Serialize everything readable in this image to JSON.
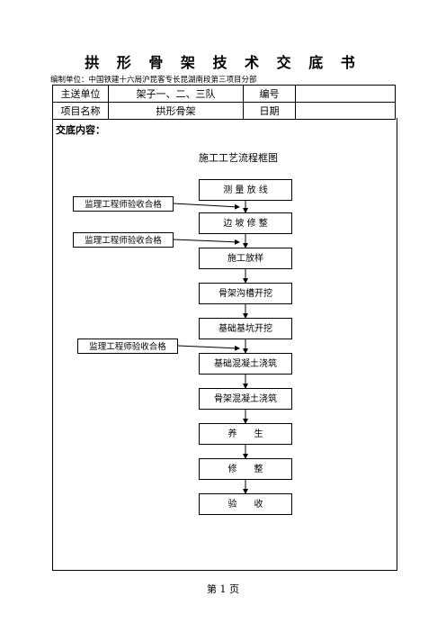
{
  "title": "拱 形 骨 架 技 术 交 底 书",
  "compiler": "编制单位：中国铁建十六局沪昆客专长昆湖南段第三项目分部",
  "info_table": {
    "row1": {
      "label1": "主送单位",
      "value1": "架子一、二、三队",
      "label2": "编号",
      "value2": ""
    },
    "row2": {
      "label1": "项目名称",
      "value1": "拱形骨架",
      "label2": "日期",
      "value2": ""
    }
  },
  "content_label": "交底内容：",
  "flow_title": "施工工艺流程框图",
  "steps": [
    "测 量 放 线",
    "边 坡 修 整",
    "施工放样",
    "骨架沟槽开挖",
    "基础基坑开挖",
    "基础混凝土浇筑",
    "骨架混凝土浇筑",
    "养      生",
    "修      整",
    "验      收"
  ],
  "supervisor_checks": [
    "监理工程师验收合格",
    "监理工程师验收合格",
    "监理工程师验收合格"
  ],
  "footer": "第 1 页"
}
